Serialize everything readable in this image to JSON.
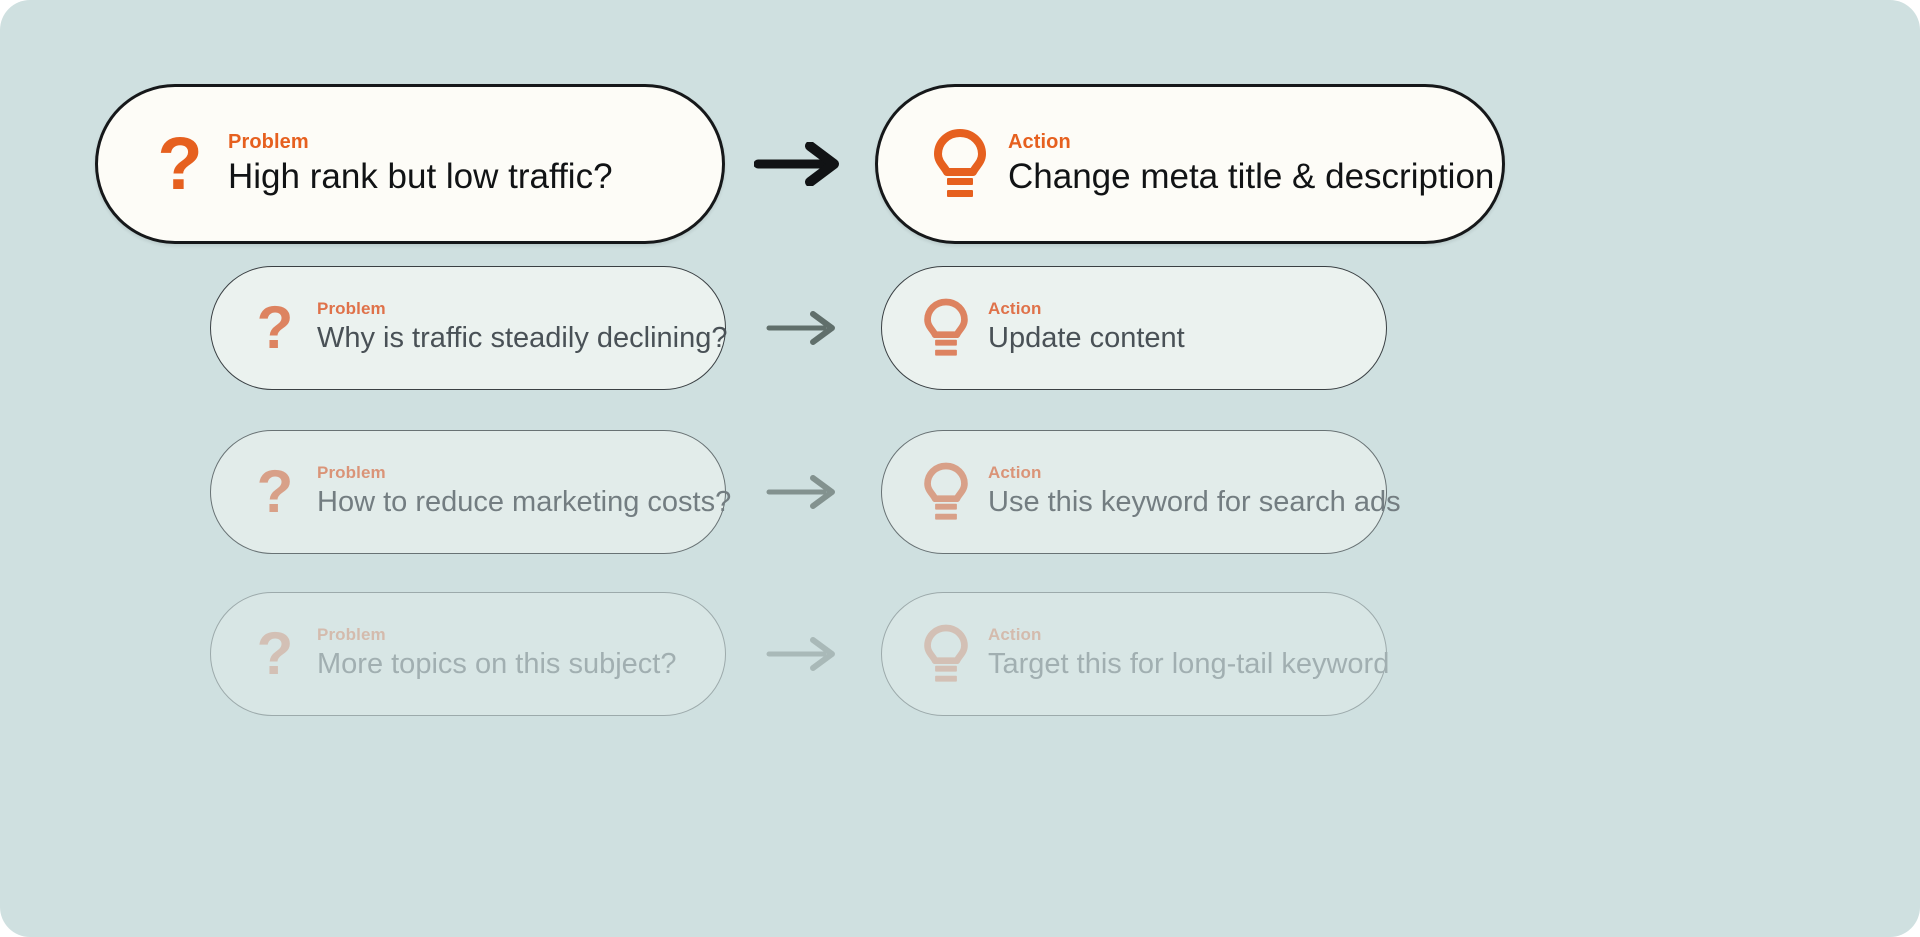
{
  "canvas": {
    "background_color": "#cfe0e0",
    "page_background": "#ffffff"
  },
  "theme": {
    "accent_orange": "#e6601f",
    "accent_orange_muted": "#df7a53",
    "card_hero_fill": "#fdfcf7",
    "card_fill": "#eff4f1",
    "border_color": "#16181a",
    "text_color": "#111315",
    "text_color_muted": "#3b4248",
    "arrow_color": "#111315",
    "arrow_color_muted": "#55635f"
  },
  "labels": {
    "problem": "Problem",
    "action": "Action"
  },
  "icons": {
    "problem": "question-mark-icon",
    "action": "lightbulb-icon",
    "connector": "arrow-right-icon"
  },
  "rows": [
    {
      "emphasis": "primary",
      "problem": {
        "kicker": "Problem",
        "headline": "High rank but low traffic?"
      },
      "action": {
        "kicker": "Action",
        "headline": "Change meta title & description"
      }
    },
    {
      "emphasis": "secondary",
      "problem": {
        "kicker": "Problem",
        "headline": "Why is traffic steadily declining?"
      },
      "action": {
        "kicker": "Action",
        "headline": "Update content"
      }
    },
    {
      "emphasis": "tertiary",
      "problem": {
        "kicker": "Problem",
        "headline": "How to reduce marketing costs?"
      },
      "action": {
        "kicker": "Action",
        "headline": "Use this keyword for search ads"
      }
    },
    {
      "emphasis": "faded",
      "problem": {
        "kicker": "Problem",
        "headline": "More topics on this subject?"
      },
      "action": {
        "kicker": "Action",
        "headline": "Target this for long-tail keyword"
      }
    }
  ]
}
